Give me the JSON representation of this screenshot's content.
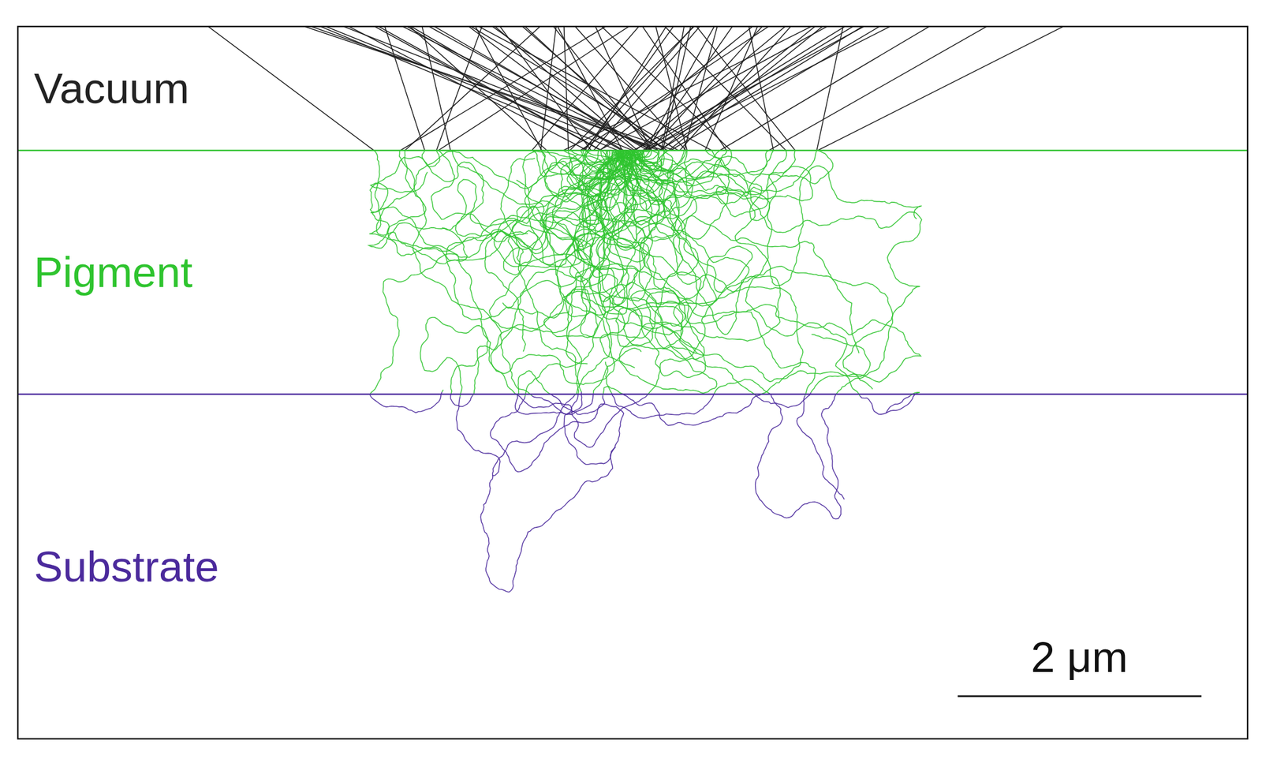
{
  "diagram": {
    "nodes": [
      {
        "text": [
          "Vacuum"
        ]
      },
      {
        "text": [
          "Pigment"
        ]
      },
      {
        "text": [
          "Substrate"
        ]
      }
    ],
    "labels": [
      "2 μm"
    ]
  }
}
